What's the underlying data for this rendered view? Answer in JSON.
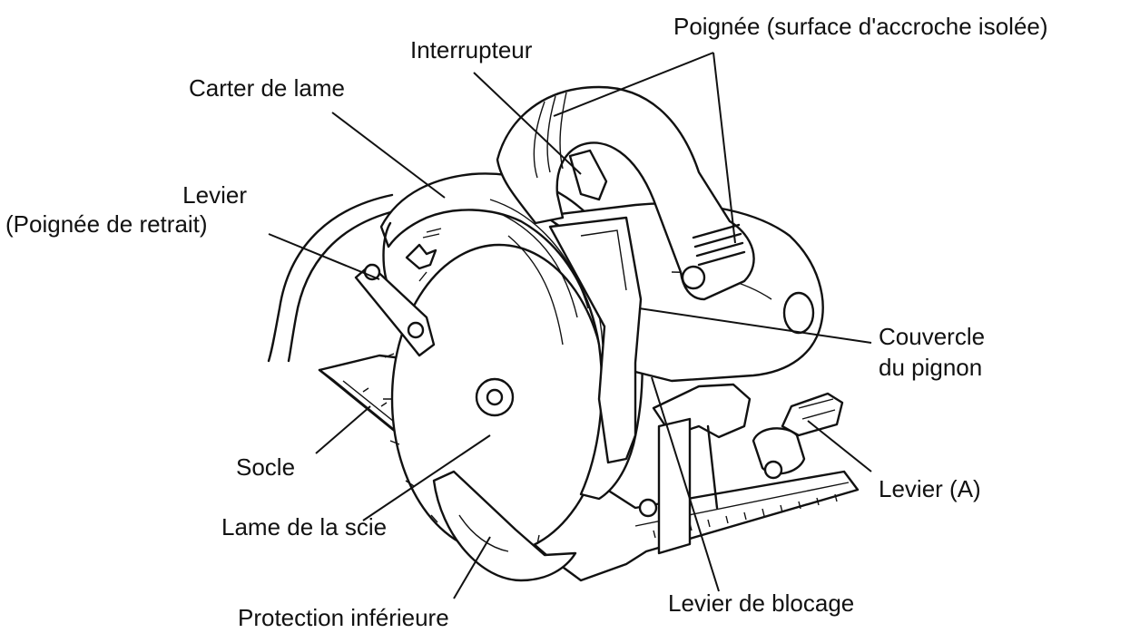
{
  "diagram": {
    "labels": {
      "poignee": "Poignée (surface d'accroche isolée)",
      "interrupteur": "Interrupteur",
      "carter": "Carter de lame",
      "levier_line1": "Levier",
      "levier_line2": "(Poignée de retrait)",
      "couvercle_line1": "Couvercle",
      "couvercle_line2": "du pignon",
      "socle": "Socle",
      "levier_a": "Levier (A)",
      "lame": "Lame de la scie",
      "levier_blocage": "Levier de blocage",
      "protection": "Protection inférieure"
    }
  }
}
